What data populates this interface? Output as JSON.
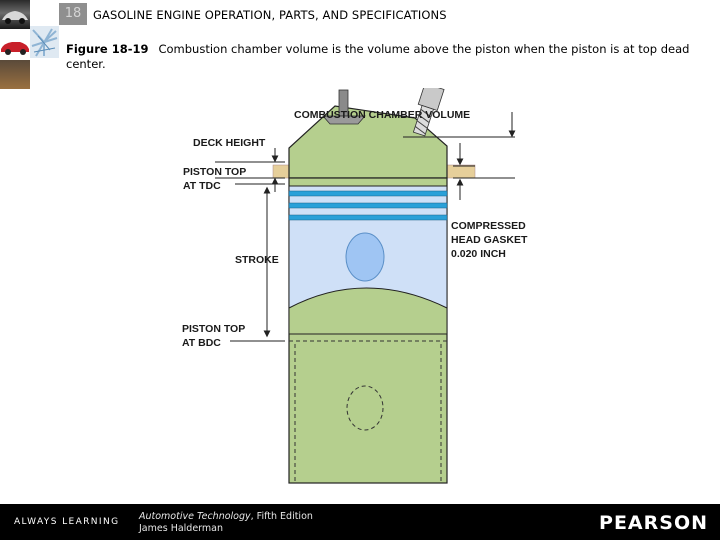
{
  "header": {
    "chapter_number": "18",
    "chapter_title": "GASOLINE ENGINE OPERATION, PARTS, AND SPECIFICATIONS"
  },
  "caption": {
    "figure_label": "Figure 18-19",
    "text": "Combustion chamber volume is the volume above the piston when the piston is at top dead center."
  },
  "diagram": {
    "labels": {
      "combustion_chamber_volume": "COMBUSTION CHAMBER VOLUME",
      "deck_height": "DECK HEIGHT",
      "piston_top_tdc_line1": "PISTON TOP",
      "piston_top_tdc_line2": "AT TDC",
      "stroke": "STROKE",
      "piston_top_bdc_line1": "PISTON TOP",
      "piston_top_bdc_line2": "AT BDC",
      "gasket_line1": "COMPRESSED",
      "gasket_line2": "HEAD GASKET",
      "gasket_line3": "0.020 INCH"
    },
    "colors": {
      "cylinder": "#b5cf8e",
      "piston": "#cfe0f7",
      "rings": "#2aa0d8",
      "pin": "#9fc5f3",
      "gasket": "#e6cf9a",
      "outline": "#222222"
    }
  },
  "footer": {
    "tagline": "ALWAYS LEARNING",
    "book_title": "Automotive Technology",
    "book_edition": ", Fifth Edition",
    "author": "James Halderman",
    "publisher": "PEARSON"
  }
}
